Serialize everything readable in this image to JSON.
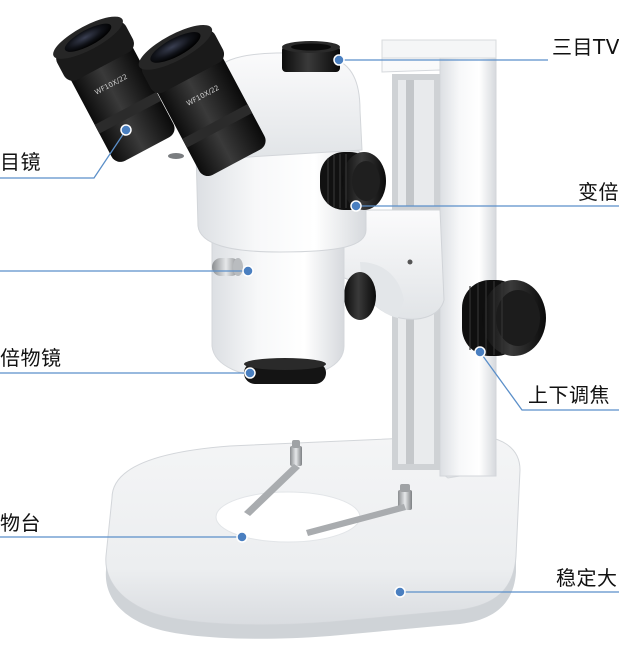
{
  "labels": {
    "trinocular": "三目TV",
    "eyepiece": "目镜",
    "zoom": "变倍",
    "objective": "倍物镜",
    "focus": "上下调焦",
    "stage": "物台",
    "base": "稳定大"
  },
  "eyepiece_markings": {
    "left": "WF10X/22",
    "right": "WF10X/22"
  },
  "colors": {
    "leader_line": "#5b8fc9",
    "dot": "#4a7fc0"
  }
}
